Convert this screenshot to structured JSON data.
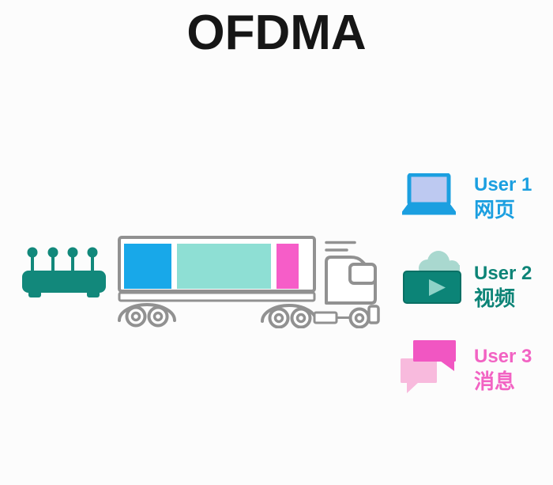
{
  "title": "OFDMA",
  "router": {
    "name": "wifi-router",
    "color": "#12887B"
  },
  "truck": {
    "outline_color": "#919191",
    "cargo": [
      {
        "for": "User 1",
        "color": "#18A8E9"
      },
      {
        "for": "User 2",
        "color": "#8EDFD4"
      },
      {
        "for": "User 3",
        "color": "#F65DC8"
      }
    ]
  },
  "users": [
    {
      "label": "User 1",
      "service": "网页",
      "color": "#1B9FE0",
      "icon": "laptop-icon"
    },
    {
      "label": "User 2",
      "service": "视频",
      "color": "#0D8477",
      "icon": "video-player-icon"
    },
    {
      "label": "User 3",
      "service": "消息",
      "color": "#F263C3",
      "icon": "chat-bubbles-icon"
    }
  ]
}
